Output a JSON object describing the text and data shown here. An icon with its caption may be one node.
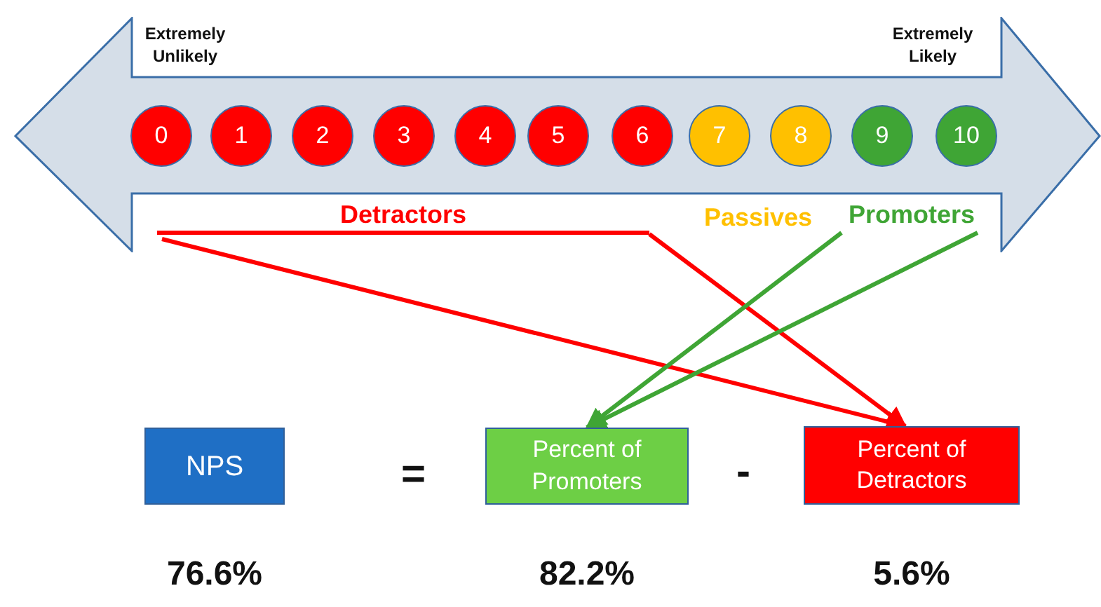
{
  "diagram": {
    "nodes": [
      {
        "text": [
          "Extremely Unlikely",
          "Extremely Likely"
        ]
      },
      {
        "text": [
          "0"
        ],
        "in": 0
      },
      {
        "text": [
          "1"
        ],
        "in": 0
      },
      {
        "text": [
          "2"
        ],
        "in": 0
      },
      {
        "text": [
          "3"
        ],
        "in": 0
      },
      {
        "text": [
          "4"
        ],
        "in": 0
      },
      {
        "text": [
          "5"
        ],
        "in": 0
      },
      {
        "text": [
          "6"
        ],
        "in": 0
      },
      {
        "text": [
          "7"
        ],
        "in": 0
      },
      {
        "text": [
          "8"
        ],
        "in": 0
      },
      {
        "text": [
          "9"
        ],
        "in": 0
      },
      {
        "text": [
          "10"
        ],
        "in": 0
      },
      {
        "text": [
          "Detractors"
        ]
      },
      {
        "text": [
          "Promoters"
        ]
      },
      {
        "text": [
          "NPS"
        ],
        "beside": [
          "76.6%"
        ]
      },
      {
        "text": [
          "Percent of Promoters"
        ],
        "beside": [
          "82.2%"
        ]
      },
      {
        "text": [
          "Percent of Detractors"
        ],
        "beside": [
          "5.6%"
        ]
      }
    ],
    "edges": [
      {
        "from": 12,
        "to": 16,
        "arrow": "to",
        "color": "#ff0000"
      },
      {
        "from": 12,
        "to": 16,
        "arrow": "to",
        "color": "#ff0000"
      },
      {
        "from": 13,
        "to": 15,
        "arrow": "to",
        "color": "#3fa535"
      },
      {
        "from": 13,
        "to": 15,
        "arrow": "to",
        "color": "#3fa535"
      }
    ],
    "labels": [
      "Passives",
      "=",
      "-"
    ]
  }
}
